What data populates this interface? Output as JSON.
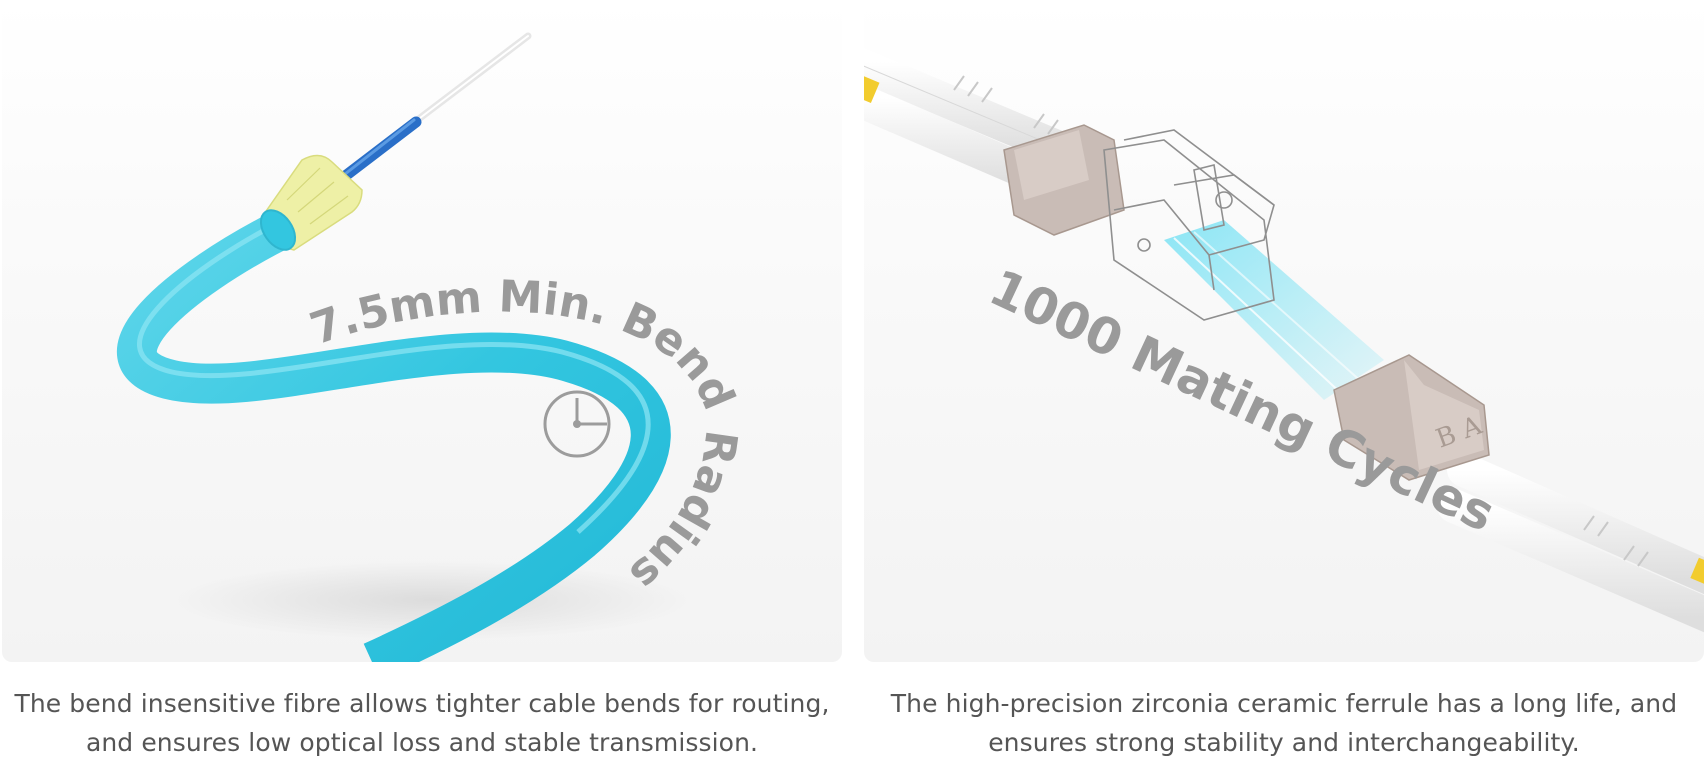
{
  "panels": [
    {
      "overlay_label": "7.5mm Min. Bend Radius",
      "caption_line1": "The bend insensitive fibre allows tighter cable bends for routing,",
      "caption_line2": "and ensures low optical loss and stable transmission.",
      "cable_color": "#33c6e0",
      "icon": "clock-radius-icon"
    },
    {
      "overlay_label": "1000 Mating Cycles",
      "caption_line1": "The high-precision zirconia ceramic ferrule has a long life, and",
      "caption_line2": "ensures strong stability and interchangeability.",
      "connector_color": "#c9bcb6",
      "connector_marks": "B A"
    }
  ]
}
